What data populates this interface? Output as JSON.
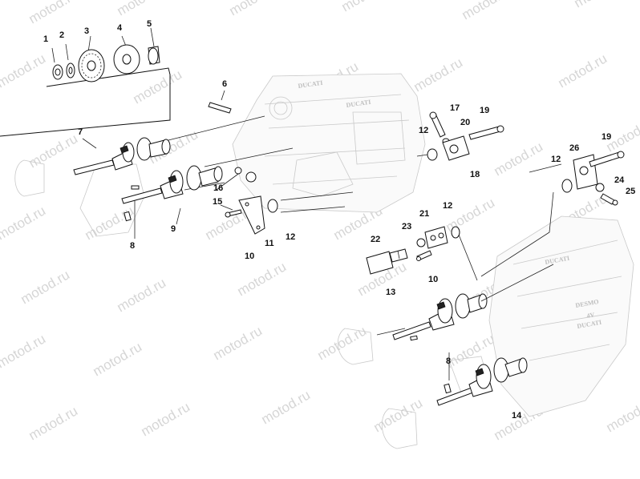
{
  "watermark": {
    "text": "motod.ru"
  },
  "callouts": [
    "1",
    "2",
    "3",
    "4",
    "5",
    "6",
    "7",
    "8",
    "9",
    "10",
    "11",
    "12",
    "13",
    "14",
    "15",
    "16",
    "17",
    "18",
    "19",
    "20",
    "21",
    "22",
    "23",
    "24",
    "25",
    "26"
  ],
  "logos": {
    "ducati_upper": "DUCATI",
    "ducati_lower": "DUCATI",
    "engine_lower": [
      "DESMO",
      "4V",
      "DUCATI"
    ]
  }
}
